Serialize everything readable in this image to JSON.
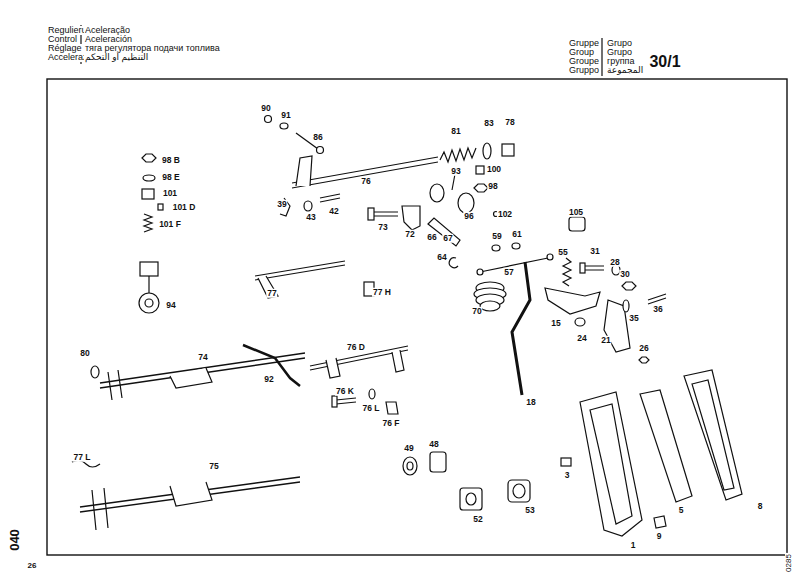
{
  "diagram": {
    "labels": [
      "Regulierung",
      "Control",
      "Réglage",
      "Accelerazione",
      "Aceleração",
      "Aceleración",
      "тяга регулятора подачи топлива",
      "التنظيم أو التحكم",
      "Gruppe",
      "Group",
      "Groupe",
      "Gruppo",
      "Grupo",
      "Grupo",
      "группа",
      "المجموعة",
      "30/1",
      "90",
      "91",
      "86",
      "81",
      "83",
      "78",
      "98 B",
      "98 E",
      "101",
      "101 D",
      "101 F",
      "93",
      "100",
      "98",
      "76",
      "39",
      "43",
      "42",
      "73",
      "72",
      "66",
      "96",
      "102",
      "105",
      "67",
      "59",
      "61",
      "64",
      "55",
      "31",
      "28",
      "57",
      "30",
      "77",
      "77 H",
      "94",
      "70",
      "15",
      "35",
      "36",
      "24",
      "21",
      "26",
      "80",
      "74",
      "76 D",
      "92",
      "76 K",
      "76 L",
      "76 F",
      "18",
      "49",
      "48",
      "3",
      "77 L",
      "75",
      "52",
      "53",
      "5",
      "8",
      "9",
      "1",
      "040",
      "26",
      "0285"
    ]
  }
}
